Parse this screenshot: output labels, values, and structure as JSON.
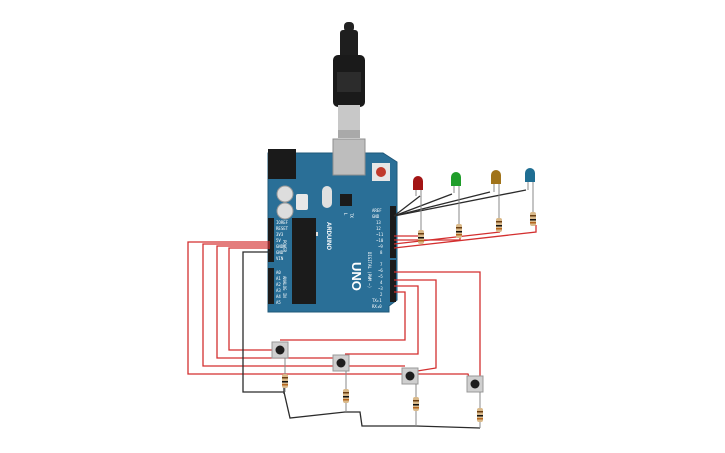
{
  "board": {
    "name": "UNO",
    "brand": "ARDUINO",
    "power_header_labels": [
      "IOREF",
      "RESET",
      "3V3",
      "5V",
      "GND",
      "GND",
      "VIN"
    ],
    "analog_header_labels": [
      "A0",
      "A1",
      "A2",
      "A3",
      "A4",
      "A5"
    ],
    "digital_header_labels": [
      "AREF",
      "GND",
      "13",
      "12",
      "~11",
      "~10",
      "~9",
      "8",
      "7",
      "~6",
      "~5",
      "4",
      "~3",
      "2",
      "TX▸1",
      "RX◂0"
    ],
    "section_power": "POWER",
    "section_analog": "ANALOG IN",
    "section_digital": "DIGITAL (PWM ~)",
    "tx_label": "TX",
    "rx_label": "RX",
    "l_label": "L",
    "on_label": "ON"
  },
  "leds": [
    {
      "color": "#a31515"
    },
    {
      "color": "#1f9d2a"
    },
    {
      "color": "#a0731a"
    },
    {
      "color": "#1f6e93"
    }
  ],
  "colors": {
    "wire_red": "#d32f2f",
    "wire_black": "#2b2b2b",
    "board": "#2a6f97",
    "resistor_body": "#d9b98a"
  },
  "buttons_count": 4
}
